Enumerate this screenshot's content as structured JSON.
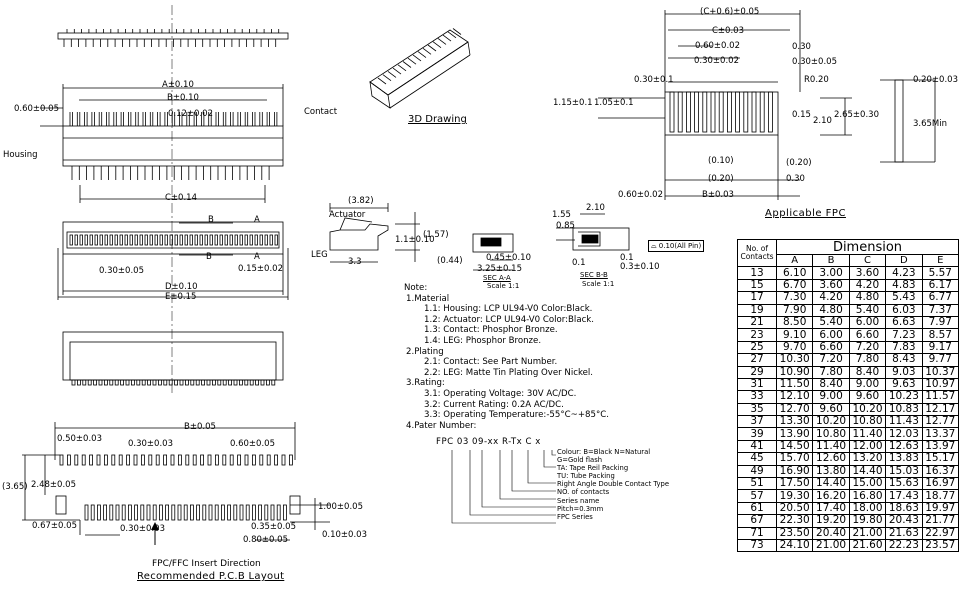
{
  "front_view": {
    "dim_a": "A±0.10",
    "dim_b": "B±0.10",
    "dim_pitch": "0.12±0.02",
    "dim_width": "0.60±0.05",
    "label_contact": "Contact",
    "label_housing": "Housing",
    "dim_c": "C±0.14"
  },
  "top_view": {
    "dim_pitch": "0.30±0.05",
    "dim_small": "0.15±0.02",
    "dim_d": "D±0.10",
    "dim_e": "E±0.15",
    "label_b": "B",
    "label_a": "A"
  },
  "drawing_3d": {
    "label": "3D Drawing"
  },
  "side_view": {
    "dim_width": "(3.82)",
    "label_actuator": "Actuator",
    "dim_height": "1.1±0.10",
    "dim_opt": "(1.57)",
    "label_leg": "LEG",
    "dim_base": "3.3",
    "dim_044": "(0.44)",
    "dim_045": "0.45±0.10",
    "dim_325": "3.25±0.15",
    "sec_a": "SEC  A-A",
    "sec_a_scale": "Scale 1:1",
    "dim_210": "2.10",
    "dim_155": "1.55",
    "dim_085": "0.85",
    "flatness": "0.10(All Pin)",
    "dim_01": "0.1",
    "dim_03": "0.3±0.10",
    "sec_b": "SEC  B-B",
    "sec_b_scale": "Scale 1:1"
  },
  "fpc": {
    "dim_c06": "(C+0.6)±0.05",
    "dim_c": "C±0.03",
    "dim_060": "0.60±0.02",
    "dim_030a": "0.30±0.02",
    "dim_030b": "0.30±0.05",
    "dim_030tol": "0.30",
    "dim_030c": "0.30±0.1",
    "dim_r": "R0.20",
    "dim_115": "1.15±0.1",
    "dim_105": "1.05±0.1",
    "dim_015": "0.15",
    "dim_210": "2.10",
    "dim_265": "2.65±0.30",
    "dim_010": "(0.10)",
    "dim_020a": "(0.20)",
    "dim_020b": "(0.20)",
    "dim_030d": "0.30",
    "dim_060b": "0.60±0.02",
    "dim_b": "B±0.03",
    "dim_020c": "0.20±0.03",
    "dim_365": "3.65Min",
    "title": "Applicable   FPC"
  },
  "notes": {
    "title": "Note:",
    "items": [
      "1.Material",
      "1.1: Housing: LCP UL94-V0 Color:Black.",
      "1.2: Actuator: LCP UL94-V0 Color:Black.",
      "1.3: Contact: Phosphor Bronze.",
      "1.4: LEG: Phosphor Bronze.",
      "2.Plating",
      "2.1: Contact: See Part Number.",
      "2.2: LEG: Matte Tin Plating Over Nickel.",
      "3.Rating:",
      "3.1: Operating Voltage: 30V AC/DC.",
      "3.2: Current Rating: 0.2A AC/DC.",
      "3.3: Operating Temperature:-55°C~+85°C.",
      "4.Pater Number:"
    ],
    "order_code": "FPC   03  09-xx  R-Tx  C  x",
    "legend": [
      "Colour: B=Black N=Natural",
      "G=Gold flash",
      "TA: Tape Reil Packing",
      "TU: Tube Packing",
      "Right Angle Double Contact Type",
      "NO. of contacts",
      "Series name",
      "Pitch=0.3mm",
      "FPC Series"
    ]
  },
  "pcb": {
    "dim_b": "B±0.05",
    "dim_050": "0.50±0.03",
    "dim_030": "0.30±0.03",
    "dim_060": "0.60±0.05",
    "dim_365": "(3.65)",
    "dim_248": "2.48±0.05",
    "dim_100": "1.00±0.05",
    "dim_067": "0.67±0.05",
    "dim_030b": "0.30±0.03",
    "dim_035": "0.35±0.05",
    "dim_080": "0.80±0.05",
    "dim_010": "0.10±0.03",
    "insert": "FPC/FFC Insert Direction",
    "title": "Recommended P.C.B Layout"
  },
  "dimension_table": {
    "title": "Dimension",
    "no_header": "No. of Contacts",
    "columns": [
      "A",
      "B",
      "C",
      "D",
      "E"
    ],
    "rows": [
      [
        "13",
        "6.10",
        "3.00",
        "3.60",
        "4.23",
        "5.57"
      ],
      [
        "15",
        "6.70",
        "3.60",
        "4.20",
        "4.83",
        "6.17"
      ],
      [
        "17",
        "7.30",
        "4.20",
        "4.80",
        "5.43",
        "6.77"
      ],
      [
        "19",
        "7.90",
        "4.80",
        "5.40",
        "6.03",
        "7.37"
      ],
      [
        "21",
        "8.50",
        "5.40",
        "6.00",
        "6.63",
        "7.97"
      ],
      [
        "23",
        "9.10",
        "6.00",
        "6.60",
        "7.23",
        "8.57"
      ],
      [
        "25",
        "9.70",
        "6.60",
        "7.20",
        "7.83",
        "9.17"
      ],
      [
        "27",
        "10.30",
        "7.20",
        "7.80",
        "8.43",
        "9.77"
      ],
      [
        "29",
        "10.90",
        "7.80",
        "8.40",
        "9.03",
        "10.37"
      ],
      [
        "31",
        "11.50",
        "8.40",
        "9.00",
        "9.63",
        "10.97"
      ],
      [
        "33",
        "12.10",
        "9.00",
        "9.60",
        "10.23",
        "11.57"
      ],
      [
        "35",
        "12.70",
        "9.60",
        "10.20",
        "10.83",
        "12.17"
      ],
      [
        "37",
        "13.30",
        "10.20",
        "10.80",
        "11.43",
        "12.77"
      ],
      [
        "39",
        "13.90",
        "10.80",
        "11.40",
        "12.03",
        "13.37"
      ],
      [
        "41",
        "14.50",
        "11.40",
        "12.00",
        "12.63",
        "13.97"
      ],
      [
        "45",
        "15.70",
        "12.60",
        "13.20",
        "13.83",
        "15.17"
      ],
      [
        "49",
        "16.90",
        "13.80",
        "14.40",
        "15.03",
        "16.37"
      ],
      [
        "51",
        "17.50",
        "14.40",
        "15.00",
        "15.63",
        "16.97"
      ],
      [
        "57",
        "19.30",
        "16.20",
        "16.80",
        "17.43",
        "18.77"
      ],
      [
        "61",
        "20.50",
        "17.40",
        "18.00",
        "18.63",
        "19.97"
      ],
      [
        "67",
        "22.30",
        "19.20",
        "19.80",
        "20.43",
        "21.77"
      ],
      [
        "71",
        "23.50",
        "20.40",
        "21.00",
        "21.63",
        "22.97"
      ],
      [
        "73",
        "24.10",
        "21.00",
        "21.60",
        "22.23",
        "23.57"
      ]
    ]
  }
}
